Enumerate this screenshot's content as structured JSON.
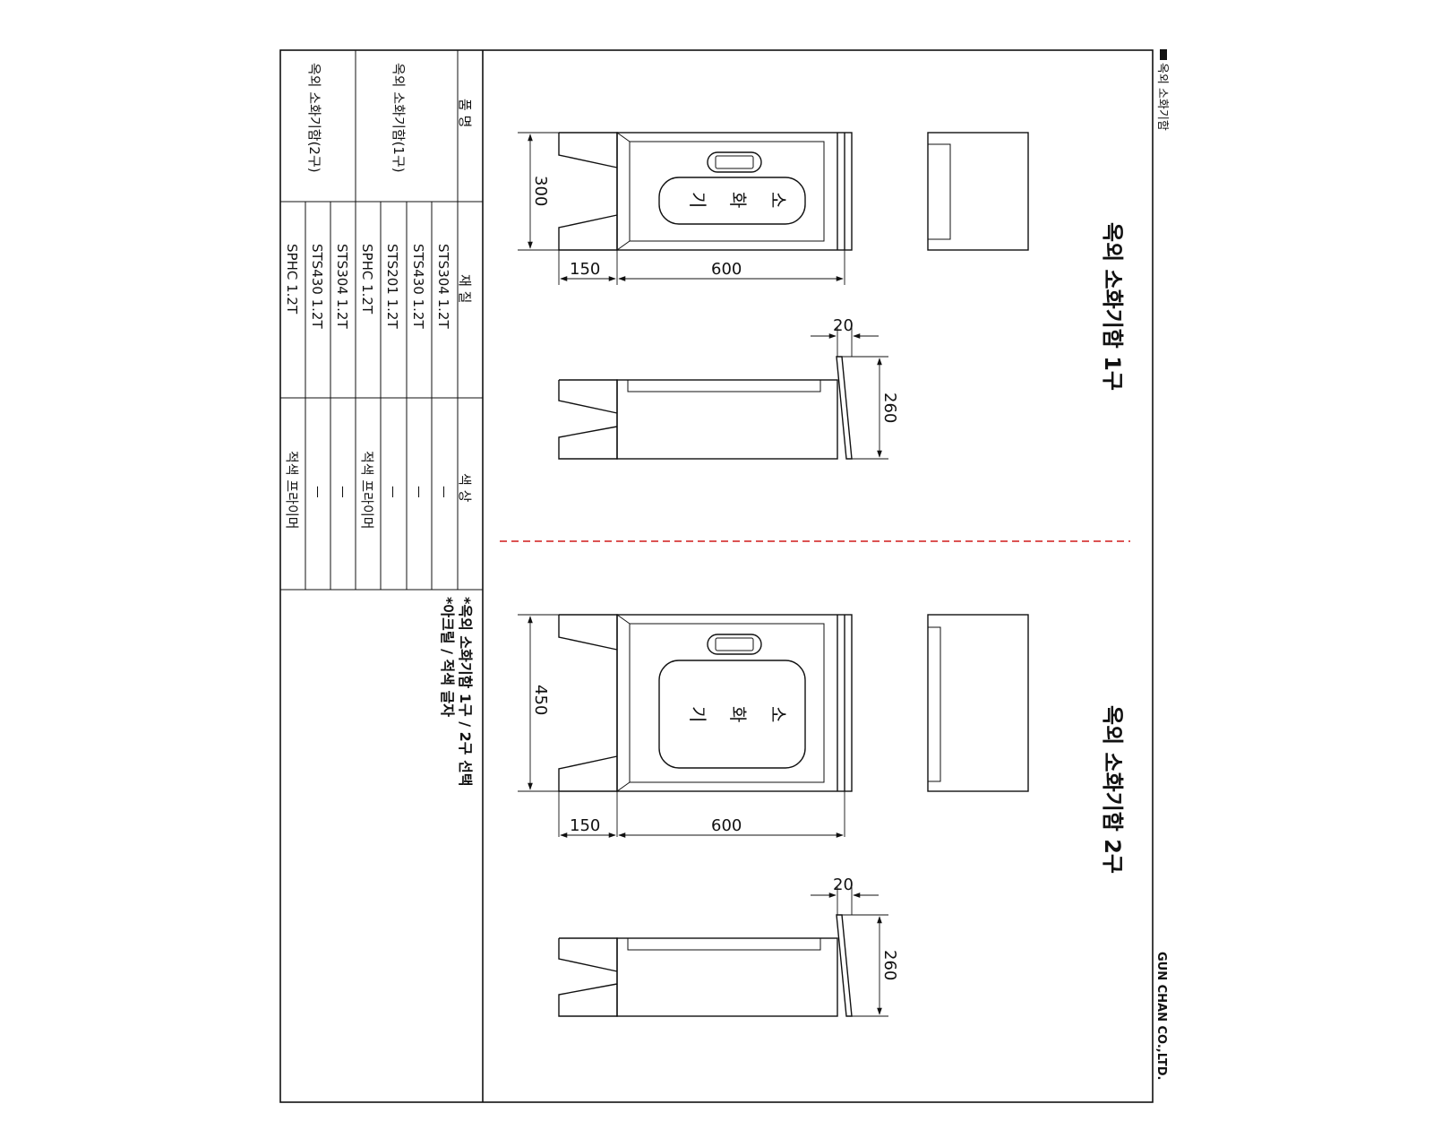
{
  "header": {
    "title": "옥외 소화기함",
    "marker_icon": "square-bullet-icon"
  },
  "company": "GUN CHAN CO.,LTD.",
  "drawing_colors": {
    "divider": "#d11a1a",
    "line": "#111111"
  },
  "views": [
    {
      "title": "옥외 소화기함 1구",
      "door_label": [
        "소",
        "화",
        "기"
      ],
      "dim_height": "300",
      "dim_base": "150",
      "dim_body": "600",
      "dim_thickness": "20",
      "dim_side": "260"
    },
    {
      "title": "옥외 소화기함 2구",
      "door_label": [
        "소",
        "화",
        "기"
      ],
      "dim_height": "450",
      "dim_base": "150",
      "dim_body": "600",
      "dim_thickness": "20",
      "dim_side": "260"
    }
  ],
  "table": {
    "headers": {
      "name": "품 명",
      "material": "재 질",
      "color": "색 상"
    },
    "groups": [
      {
        "name": "옥외 소화기함(1구)",
        "rows": [
          {
            "material": "STS304 1.2T",
            "color": "ㅡ"
          },
          {
            "material": "STS430 1.2T",
            "color": "ㅡ"
          },
          {
            "material": "STS201 1.2T",
            "color": "ㅡ"
          },
          {
            "material": "SPHC 1.2T",
            "color": "적색 프라이머"
          }
        ]
      },
      {
        "name": "옥외 소화기함(2구)",
        "rows": [
          {
            "material": "STS304 1.2T",
            "color": "ㅡ"
          },
          {
            "material": "STS430 1.2T",
            "color": "ㅡ"
          },
          {
            "material": "SPHC 1.2T",
            "color": "적색 프라이머"
          }
        ]
      }
    ],
    "notes": [
      "*옥외 소화기함 1구 / 2구 선택",
      "*아크릴 / 적색 글자"
    ]
  }
}
